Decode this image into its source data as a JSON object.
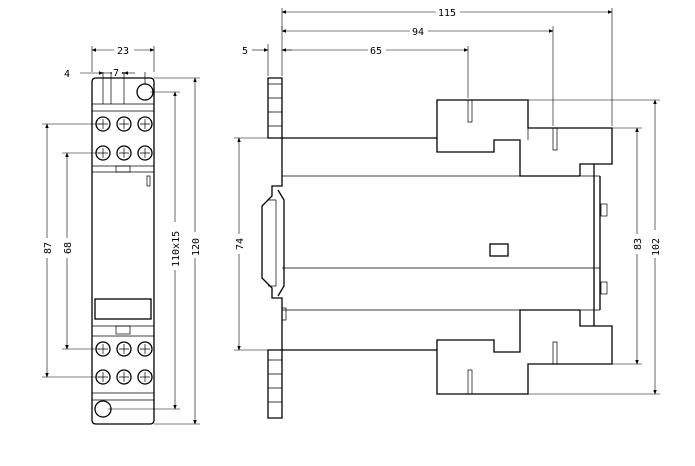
{
  "front_view": {
    "width": "23",
    "offset_left": "4",
    "pin_pitch": "7",
    "height_87": "87",
    "height_68": "68",
    "mounting_pitch": "110x15",
    "height_120": "120"
  },
  "side_view": {
    "depth_115": "115",
    "depth_94": "94",
    "depth_65": "65",
    "offset_5": "5",
    "rail_height": "74",
    "height_83": "83",
    "height_102": "102"
  }
}
